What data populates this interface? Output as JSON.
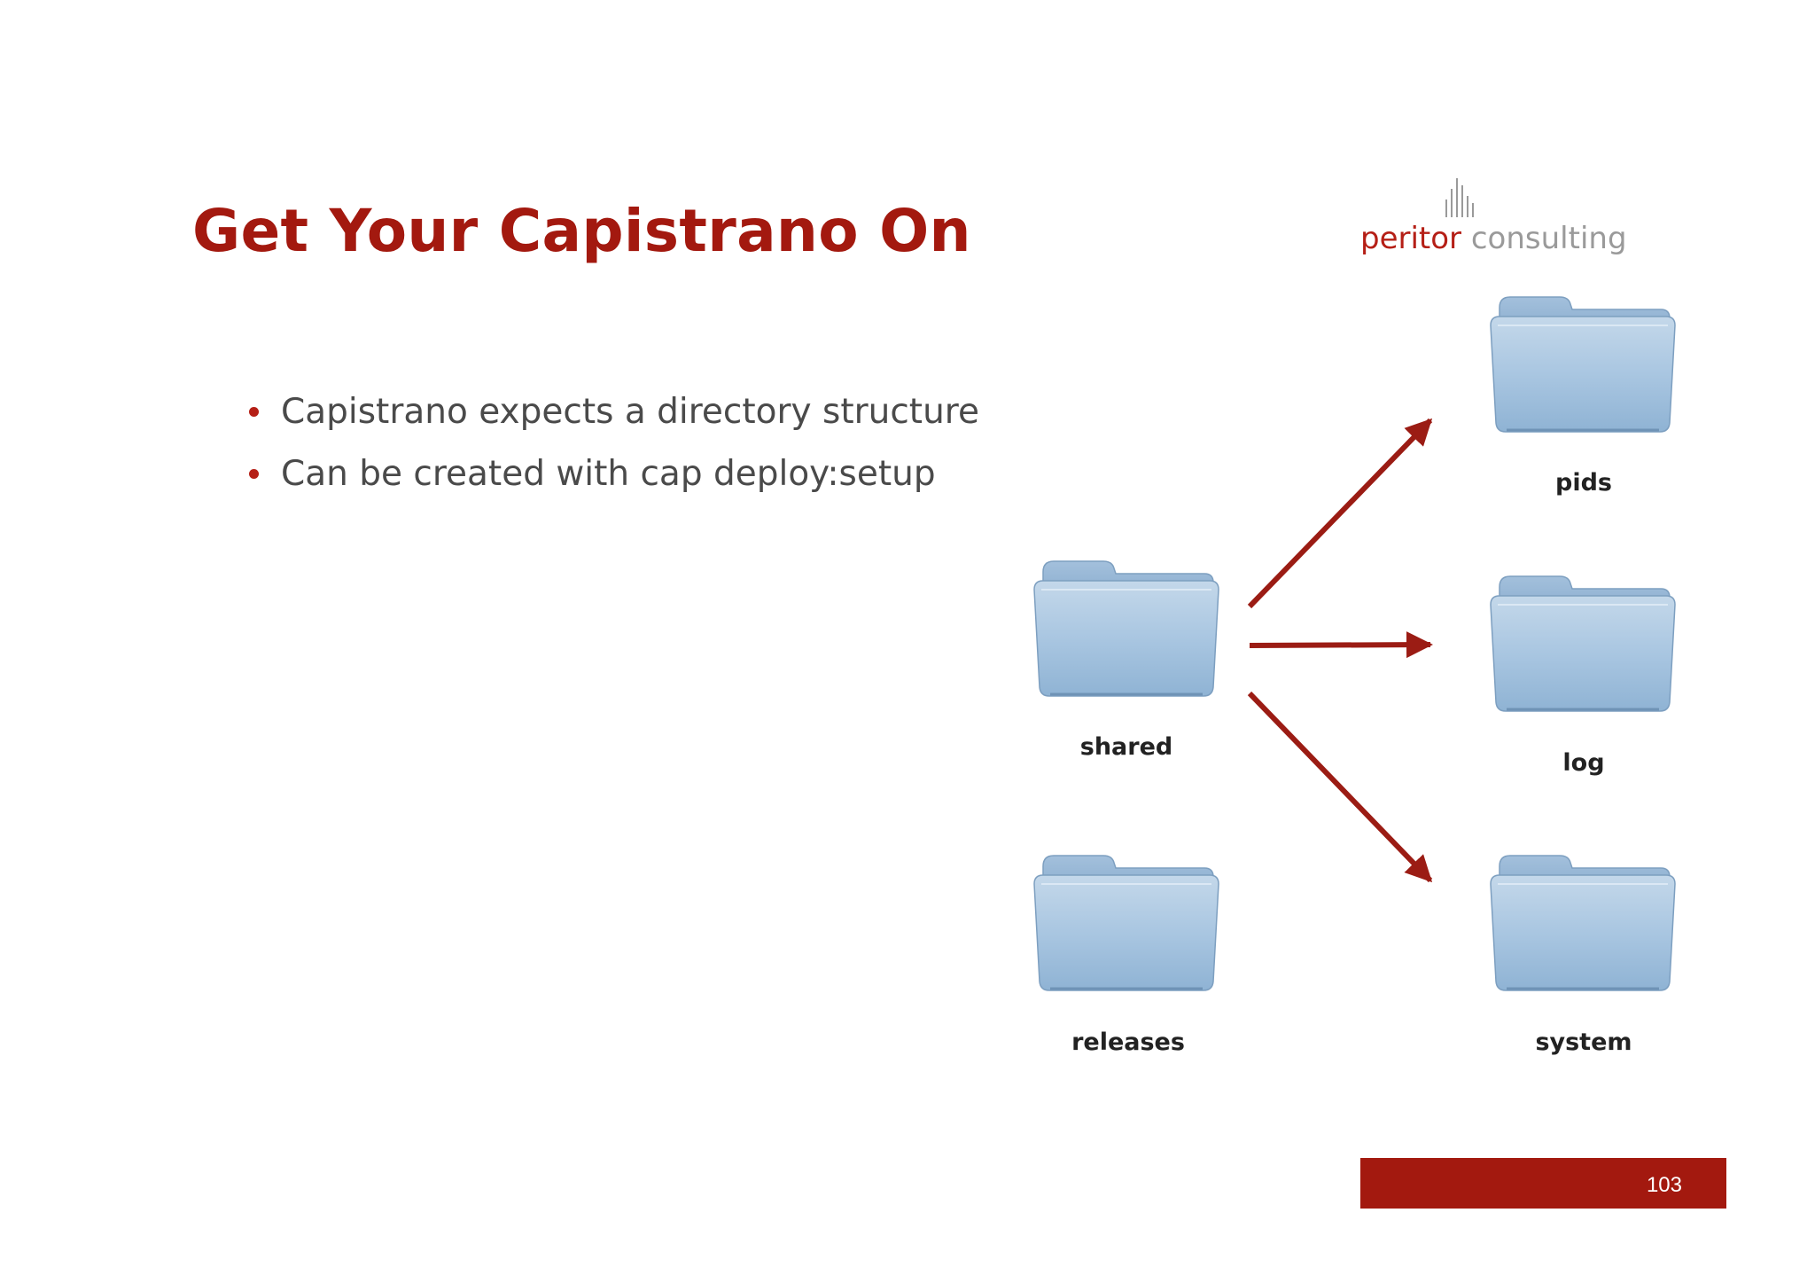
{
  "slide": {
    "title": "Get Your Capistrano On",
    "page_number": "103",
    "accent_color": "#a3190f"
  },
  "logo": {
    "brand_primary": "peritor",
    "brand_secondary": "consulting",
    "primary_color": "#b51f16",
    "secondary_color": "#9a9a9a"
  },
  "bullets": [
    "Capistrano expects a directory structure",
    "Can be created with cap deploy:setup"
  ],
  "diagram": {
    "folders": {
      "shared": "shared",
      "releases": "releases",
      "pids": "pids",
      "log": "log",
      "system": "system"
    },
    "folder_icon": "folder-icon",
    "arrow_color": "#9b1c14"
  }
}
